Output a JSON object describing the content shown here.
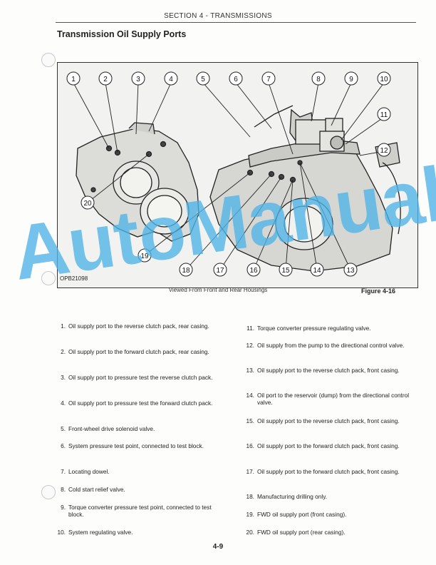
{
  "header": {
    "section": "SECTION 4 - TRANSMISSIONS"
  },
  "title": "Transmission Oil Supply Ports",
  "figure": {
    "code": "OPB21098",
    "caption": "Viewed From Front and Rear Housings",
    "number": "Figure 4-16",
    "callouts": [
      "1",
      "2",
      "3",
      "4",
      "5",
      "6",
      "7",
      "8",
      "9",
      "10",
      "11",
      "12",
      "13",
      "14",
      "15",
      "16",
      "17",
      "18",
      "19",
      "20"
    ]
  },
  "watermark": "AutoManual",
  "legend": [
    {
      "num": "1.",
      "text": "Oil supply port to the reverse clutch pack, rear casing."
    },
    {
      "num": "2.",
      "text": "Oil supply port to the forward clutch pack, rear casing."
    },
    {
      "num": "3.",
      "text": "Oil supply port to pressure test the reverse clutch pack."
    },
    {
      "num": "4.",
      "text": "Oil supply port to pressure test the forward clutch pack."
    },
    {
      "num": "5.",
      "text": "Front-wheel drive solenoid valve."
    },
    {
      "num": "6.",
      "text": "System pressure test point, connected to test block."
    },
    {
      "num": "7.",
      "text": "Locating dowel."
    },
    {
      "num": "8.",
      "text": "Cold start relief valve."
    },
    {
      "num": "9.",
      "text": "Torque converter pressure test point, connected to test block."
    },
    {
      "num": "10.",
      "text": "System regulating valve."
    },
    {
      "num": "11.",
      "text": "Torque converter pressure regulating valve."
    },
    {
      "num": "12.",
      "text": "Oil supply from the pump to the directional control valve."
    },
    {
      "num": "13.",
      "text": "Oil supply port to the reverse clutch pack, front casing."
    },
    {
      "num": "14.",
      "text": "Oil port to the reservoir (dump) from the directional control valve."
    },
    {
      "num": "15.",
      "text": "Oil supply port to the reverse clutch pack, front casing."
    },
    {
      "num": "16.",
      "text": "Oil supply port to the forward clutch pack, front casing."
    },
    {
      "num": "17.",
      "text": "Oil supply port to the forward clutch pack, front casing."
    },
    {
      "num": "18.",
      "text": "Manufacturing drilling only."
    },
    {
      "num": "19.",
      "text": "FWD oil supply port (front casing)."
    },
    {
      "num": "20.",
      "text": "FWD oil supply port (rear casing)."
    }
  ],
  "page_number": "4-9"
}
